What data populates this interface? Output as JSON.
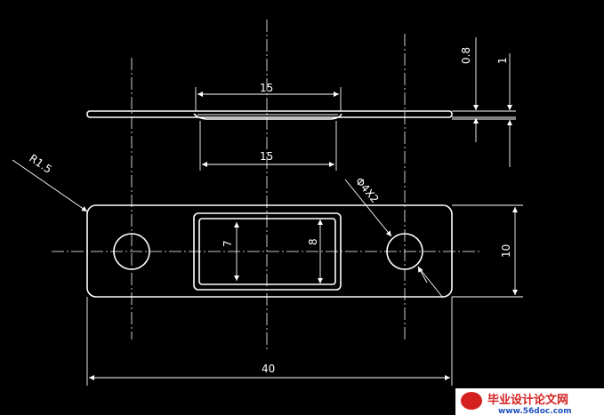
{
  "drawing": {
    "dimensions": {
      "top_width": "15",
      "mid_width": "15",
      "thickness_a": "0.8",
      "thickness_b": "1",
      "radius": "R1.5",
      "holes": "Φ4X2",
      "inner_height_a": "7",
      "inner_height_b": "8",
      "part_height": "10",
      "overall_length": "40"
    }
  },
  "watermark": {
    "title": "毕业设计论文网",
    "url": "www.56doc.com"
  },
  "colors": {
    "background": "#000000",
    "lines": "#ffffff",
    "watermark_red": "#d42020",
    "watermark_blue": "#2050c0"
  }
}
